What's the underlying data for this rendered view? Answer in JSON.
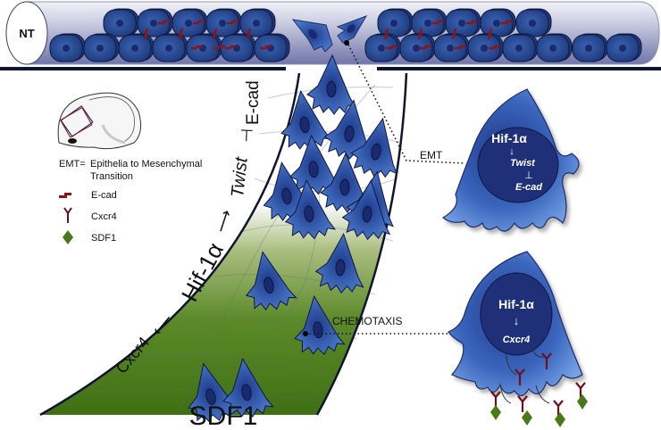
{
  "tube": {
    "label": "NT"
  },
  "legend": {
    "emt_abbrev": "EMT=",
    "emt_definition_line1": "Epithelia to Mesenchymal",
    "emt_definition_line2": "Transition",
    "items": [
      {
        "symbol": "ecad-icon",
        "label": "E-cad",
        "color": "#7a1010"
      },
      {
        "symbol": "cxcr4-receptor-icon",
        "label": "Cxcr4",
        "color": "#6b1020"
      },
      {
        "symbol": "sdf1-diamond-icon",
        "label": "SDF1",
        "color": "#4a7a18"
      }
    ]
  },
  "pathway_curve": {
    "cxcr4": "Cxcr4",
    "hif": "Hif-1α",
    "twist": "Twist",
    "ecad": "E-cad"
  },
  "gradient_label": "SDF1",
  "callouts": {
    "emt": "EMT",
    "chemotaxis": "CHEMOTAXIS"
  },
  "emt_cell": {
    "hif": "Hif-1α",
    "twist": "Twist",
    "ecad": "E-cad"
  },
  "chemotaxis_cell": {
    "hif": "Hif-1α",
    "cxcr4": "Cxcr4"
  },
  "colors": {
    "cell_blue": "#2f55a8",
    "cell_dark": "#1a2d6b",
    "nucleus": "#1b2a6e",
    "ecad_red": "#8b1414",
    "sdf1_green": "#4a7a18",
    "tube_line": "#0f1530"
  }
}
